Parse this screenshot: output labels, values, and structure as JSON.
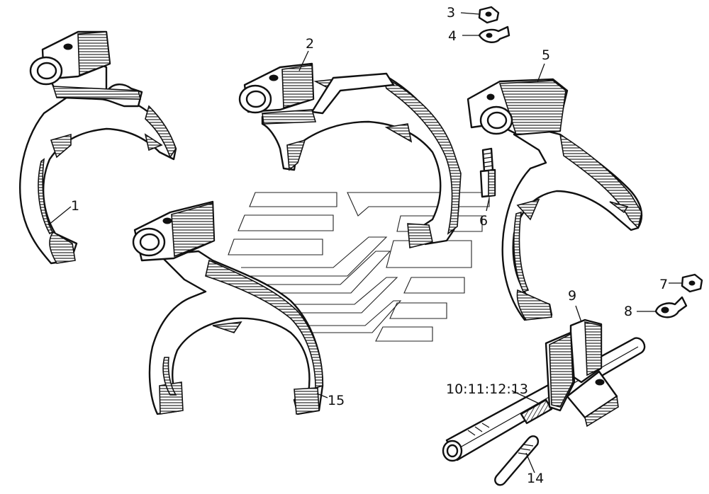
{
  "diagram": {
    "callouts": [
      {
        "id": "c1",
        "label": "1"
      },
      {
        "id": "c2",
        "label": "2"
      },
      {
        "id": "c3",
        "label": "3"
      },
      {
        "id": "c4",
        "label": "4"
      },
      {
        "id": "c5",
        "label": "5"
      },
      {
        "id": "c6",
        "label": "6"
      },
      {
        "id": "c7",
        "label": "7"
      },
      {
        "id": "c8",
        "label": "8"
      },
      {
        "id": "c9",
        "label": "9"
      },
      {
        "id": "c10",
        "label": "10:11:12:13"
      },
      {
        "id": "c14",
        "label": "14"
      },
      {
        "id": "c15",
        "label": "15"
      }
    ]
  }
}
